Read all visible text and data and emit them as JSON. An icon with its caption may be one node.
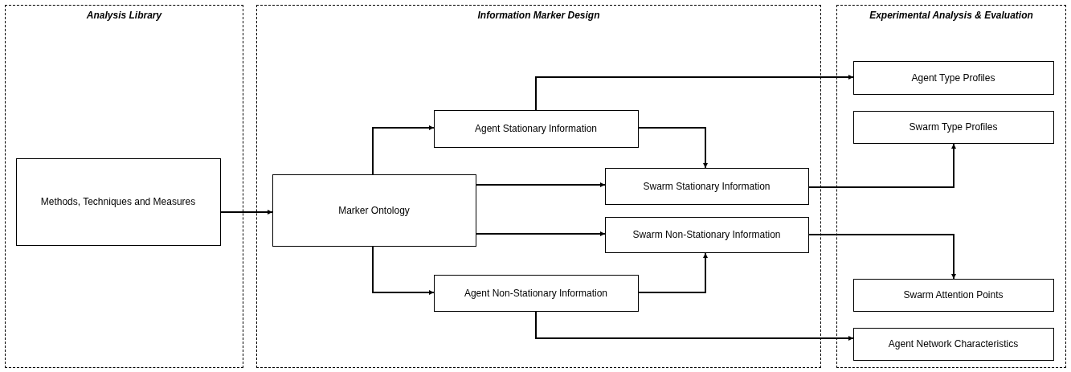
{
  "diagram": {
    "nodes": [
      {
        "text": [
          "Analysis Library"
        ]
      },
      {
        "text": [
          "Information Marker Design"
        ]
      },
      {
        "text": [
          "Experimental Analysis & Evaluation"
        ]
      },
      {
        "text": [
          "Methods, Techniques and Measures"
        ],
        "in": 0
      },
      {
        "text": [
          "Marker Ontology"
        ],
        "in": 1
      },
      {
        "text": [
          "Agent Stationary Information"
        ],
        "in": 1
      },
      {
        "text": [
          "Swarm Stationary Information"
        ],
        "in": 1
      },
      {
        "text": [
          "Swarm Non-Stationary Information"
        ],
        "in": 1
      },
      {
        "text": [
          "Agent Non-Stationary Information"
        ],
        "in": 1
      },
      {
        "text": [
          "Agent Type Profiles"
        ],
        "in": 2
      },
      {
        "text": [
          "Swarm Type Profiles"
        ],
        "in": 2
      },
      {
        "text": [
          "Swarm Attention Points"
        ],
        "in": 2
      },
      {
        "text": [
          "Agent Network Characteristics"
        ],
        "in": 2
      }
    ],
    "edges": [
      {
        "from": 3,
        "to": 4,
        "arrow": "to"
      },
      {
        "from": 4,
        "to": 5,
        "arrow": "to"
      },
      {
        "from": 4,
        "to": 6,
        "arrow": "to"
      },
      {
        "from": 4,
        "to": 7,
        "arrow": "to"
      },
      {
        "from": 4,
        "to": 8,
        "arrow": "to"
      },
      {
        "from": 5,
        "to": 9,
        "arrow": "to"
      },
      {
        "from": 5,
        "to": 6,
        "arrow": "to"
      },
      {
        "from": 6,
        "to": 10,
        "arrow": "to"
      },
      {
        "from": 7,
        "to": 11,
        "arrow": "to"
      },
      {
        "from": 8,
        "to": 7,
        "arrow": "to"
      },
      {
        "from": 8,
        "to": 12,
        "arrow": "to"
      }
    ]
  }
}
